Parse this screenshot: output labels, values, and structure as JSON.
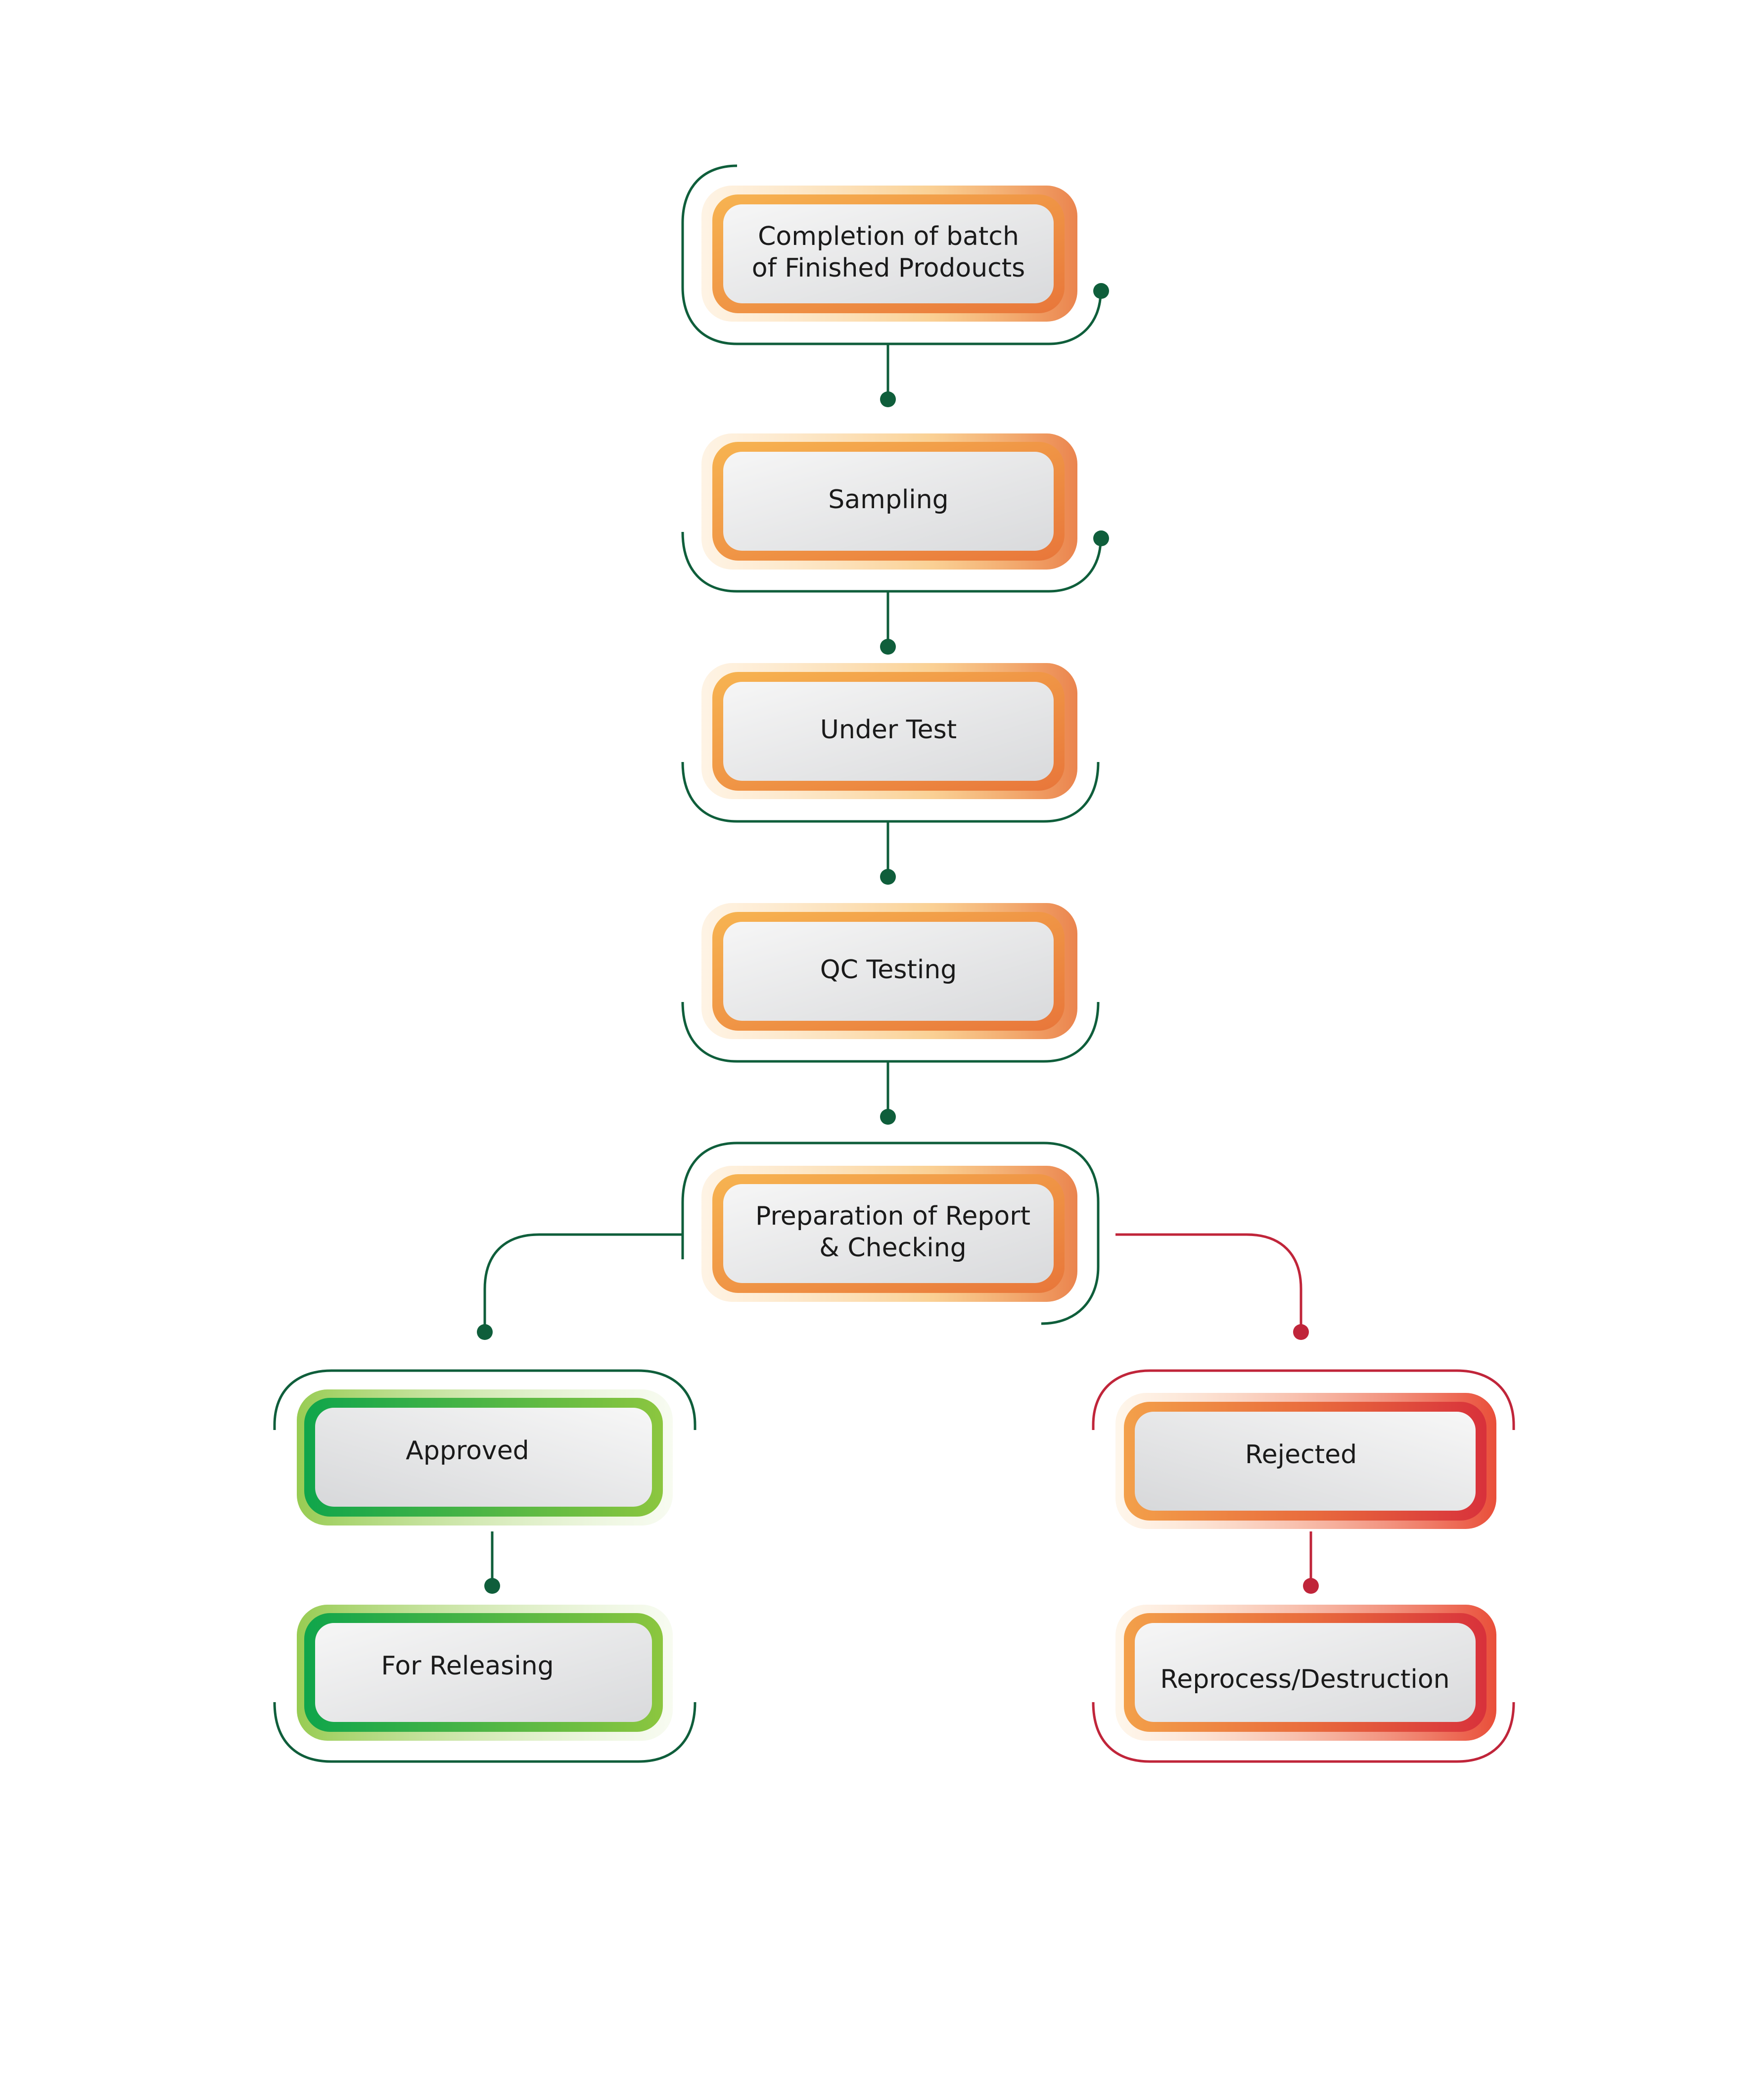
{
  "colors": {
    "orange_light": "#f7b451",
    "orange_dark": "#e8763a",
    "green_dark": "#0fa54b",
    "green_light": "#8cc63f",
    "red": "#d8313b",
    "connector_green": "#0f5e3b",
    "connector_red": "#c0253a",
    "fill_light": "#f6f6f6",
    "fill_dark": "#d9dadc"
  },
  "nodes": {
    "completion": {
      "lines": [
        "Completion of batch",
        "of Finished Prodoucts"
      ]
    },
    "sampling": {
      "lines": [
        "Sampling"
      ]
    },
    "under_test": {
      "lines": [
        "Under Test"
      ]
    },
    "qc_testing": {
      "lines": [
        "QC Testing"
      ]
    },
    "preparation": {
      "lines": [
        "Preparation of Report",
        "& Checking"
      ]
    },
    "approved": {
      "lines": [
        "Approved"
      ]
    },
    "for_releasing": {
      "lines": [
        "For Releasing"
      ]
    },
    "rejected": {
      "lines": [
        "Rejected"
      ]
    },
    "reprocess": {
      "lines": [
        "Reprocess/Destruction"
      ]
    }
  }
}
